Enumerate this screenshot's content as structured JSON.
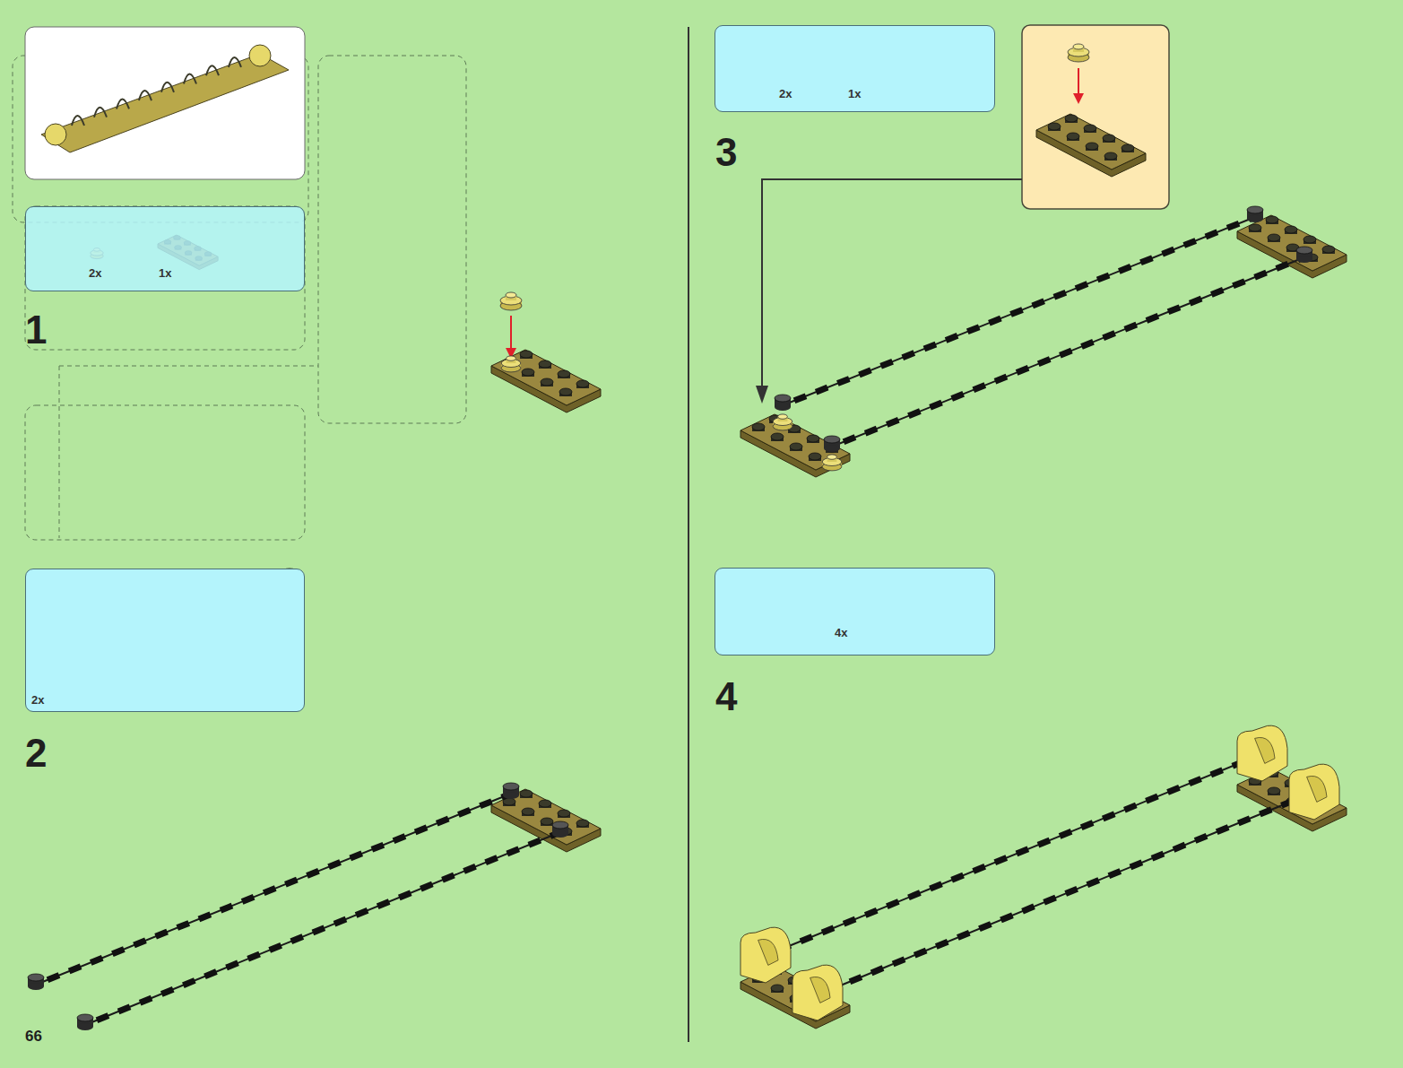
{
  "diagram": {
    "nodes": [
      {
        "text": [
          "2x",
          "1x"
        ]
      },
      {
        "text": [
          "2x"
        ]
      },
      {
        "text": [
          "2x",
          "1x"
        ]
      },
      {
        "text": [
          "4x"
        ]
      }
    ],
    "labels": [
      "1",
      "2",
      "3",
      "4",
      "66"
    ]
  }
}
